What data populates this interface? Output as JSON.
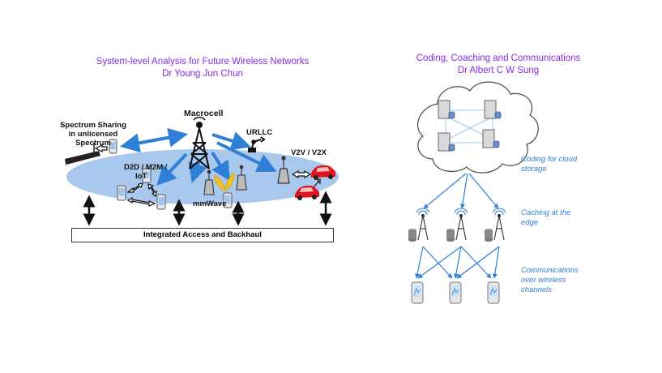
{
  "left": {
    "title_line1": "System-level Analysis for Future Wireless Networks",
    "title_line2": "Dr Young Jun Chun",
    "labels": {
      "macrocell": "Macrocell",
      "spectrum_l1": "Spectrum Sharing",
      "spectrum_l2": "in unlicensed",
      "spectrum_l3": "Spectrum",
      "urllc": "URLLC",
      "v2v": "V2V / V2X",
      "d2d_l1": "D2D / M2M /",
      "d2d_l2": "IoT",
      "mmwave": "mmWave",
      "iab": "Integrated Access and Backhaul"
    }
  },
  "right": {
    "title_line1": "Coding, Coaching and Communications",
    "title_line2": "Dr Albert C W Sung",
    "notes": {
      "coding_l1": "Coding for cloud",
      "coding_l2": "storage",
      "caching_l1": "Caching at the",
      "caching_l2": "edge",
      "comm_l1": "Communications",
      "comm_l2": "over wireless",
      "comm_l3": "channels"
    }
  },
  "colors": {
    "title": "#8a2be2",
    "ellipse": "#a8c8ee",
    "arrow_blue": "#2f7fd6",
    "note_blue": "#2f7fd6"
  }
}
